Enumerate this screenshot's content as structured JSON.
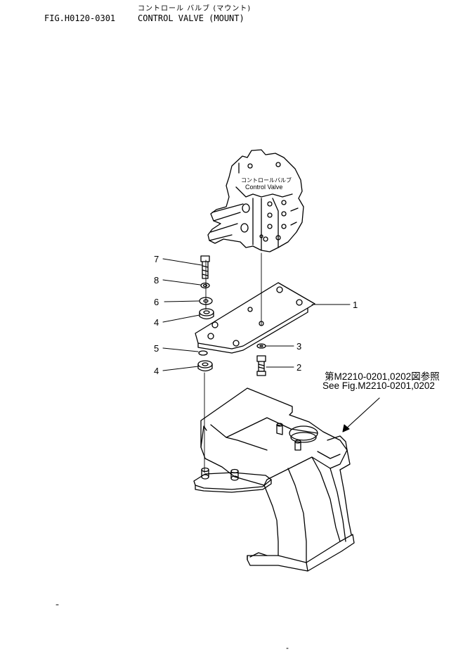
{
  "header": {
    "title_jp": "コントロール バルブ (マウント)",
    "figure_number": "FIG.H0120-0301",
    "title_en": "CONTROL VALVE (MOUNT)"
  },
  "valve_label": {
    "jp": "コントロールバルブ",
    "en": "Control Valve"
  },
  "reference": {
    "jp": "第M2210-0201,0202図参照",
    "en": "See Fig.M2210-0201,0202"
  },
  "callouts": {
    "c1": "1",
    "c2": "2",
    "c3": "3",
    "c4a": "4",
    "c4b": "4",
    "c5": "5",
    "c6": "6",
    "c7": "7",
    "c8": "8"
  }
}
